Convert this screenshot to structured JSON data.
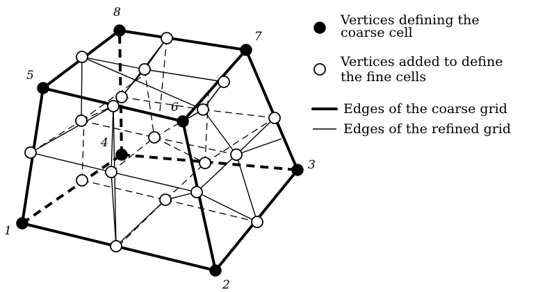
{
  "vertex_labels": [
    "1",
    "2",
    "3",
    "4",
    "5",
    "6",
    "7",
    "8"
  ],
  "legend": {
    "coarse_vertices": [
      "Vertices defining the",
      "coarse cell"
    ],
    "fine_vertices": [
      "Vertices added to define",
      "the fine cells"
    ],
    "coarse_edges": "Edges of the coarse grid",
    "refined_edges": "Edges of the refined grid"
  }
}
